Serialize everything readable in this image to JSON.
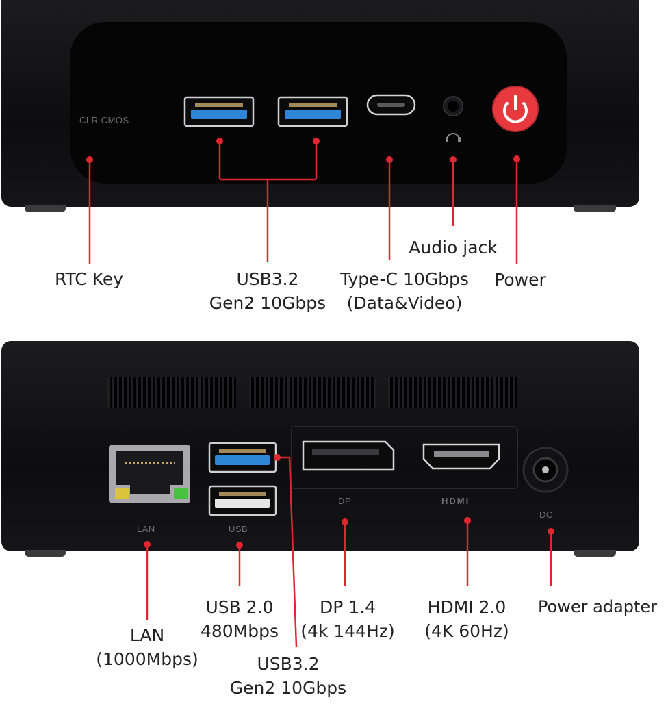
{
  "front": {
    "silk_clr_cmos": "CLR CMOS",
    "labels": {
      "rtc_key": "RTC Key",
      "usb32": "USB3.2\nGen2 10Gbps",
      "typec": "Type-C 10Gbps\n(Data&Video)",
      "audio": "Audio jack",
      "power": "Power"
    }
  },
  "back": {
    "silk": {
      "lan": "LAN",
      "usb": "USB",
      "dp": "DP",
      "hdmi": "HDMI",
      "dc": "DC"
    },
    "labels": {
      "lan": "LAN\n(1000Mbps)",
      "usb20": "USB 2.0\n480Mbps",
      "usb32": "USB3.2\nGen2 10Gbps",
      "dp": "DP 1.4\n(4k 144Hz)",
      "hdmi": "HDMI 2.0\n(4K 60Hz)",
      "power_adapter": "Power adapter"
    }
  },
  "colors": {
    "leader_red": "#e0262f",
    "power_button": "#e8393f",
    "usb3_blue": "#2f86d6"
  }
}
